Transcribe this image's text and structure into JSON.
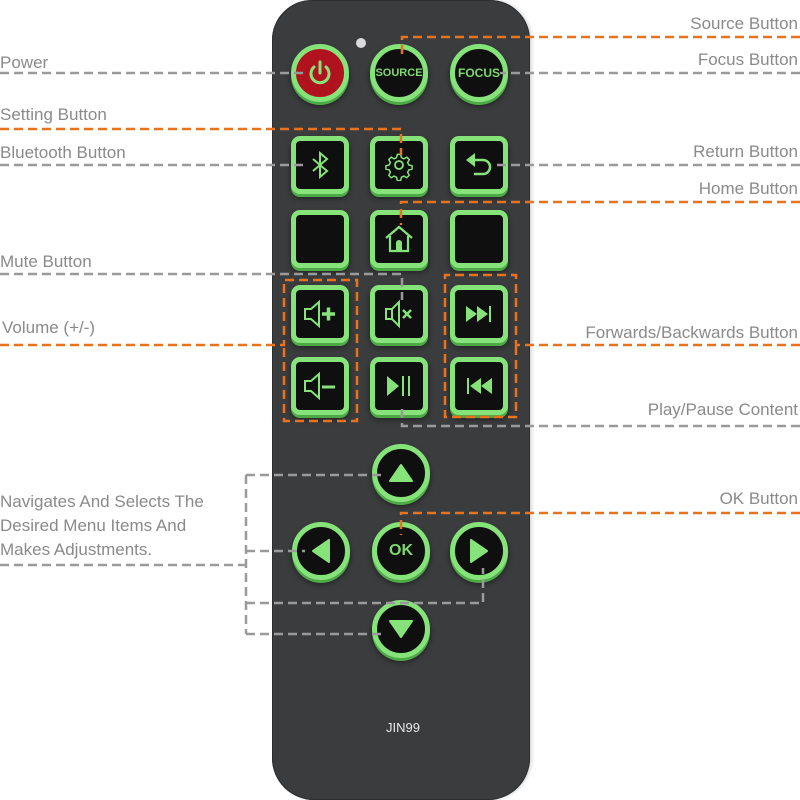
{
  "remote": {
    "model": "JIN99",
    "buttons": {
      "power": {
        "icon": "power-icon"
      },
      "source": {
        "label": "SOURCE"
      },
      "focus": {
        "label": "FOCUS"
      },
      "bluetooth": {
        "icon": "bluetooth-icon"
      },
      "settings": {
        "icon": "gear-icon"
      },
      "return": {
        "icon": "return-arrow-icon"
      },
      "blank_left": {
        "icon": ""
      },
      "home": {
        "icon": "home-icon"
      },
      "blank_right": {
        "icon": ""
      },
      "volume_up": {
        "icon": "speaker-plus-icon"
      },
      "mute": {
        "icon": "speaker-mute-icon"
      },
      "forward": {
        "icon": "fast-forward-icon"
      },
      "volume_down": {
        "icon": "speaker-minus-icon"
      },
      "play_pause": {
        "icon": "play-pause-icon"
      },
      "backward": {
        "icon": "rewind-icon"
      },
      "up": {
        "icon": "triangle-up-icon"
      },
      "left": {
        "icon": "triangle-left-icon"
      },
      "ok": {
        "label": "OK"
      },
      "right": {
        "icon": "triangle-right-icon"
      },
      "down": {
        "icon": "triangle-down-icon"
      }
    }
  },
  "callouts": {
    "left": {
      "power": "Power",
      "setting": "Setting Button",
      "bluetooth": "Bluetooth Button",
      "mute": "Mute Button",
      "volume": "Volume (+/-)",
      "navigate_line1": "Navigates And Selects The",
      "navigate_line2": "Desired Menu Items And",
      "navigate_line3": "Makes Adjustments."
    },
    "right": {
      "source": "Source Button",
      "focus": "Focus Button",
      "return": "Return Button",
      "home": "Home Button",
      "forward_backward": "Forwards/Backwards Button",
      "play_pause": "Play/Pause Content",
      "ok": "OK Button"
    }
  },
  "colors": {
    "accent_line": "#e8731c",
    "neutral_line": "#9a9a9a",
    "button_glow": "#86e37a",
    "remote_body": "#3a3c3e",
    "power_red": "#b0121e",
    "label_text": "#8a8a8a"
  }
}
